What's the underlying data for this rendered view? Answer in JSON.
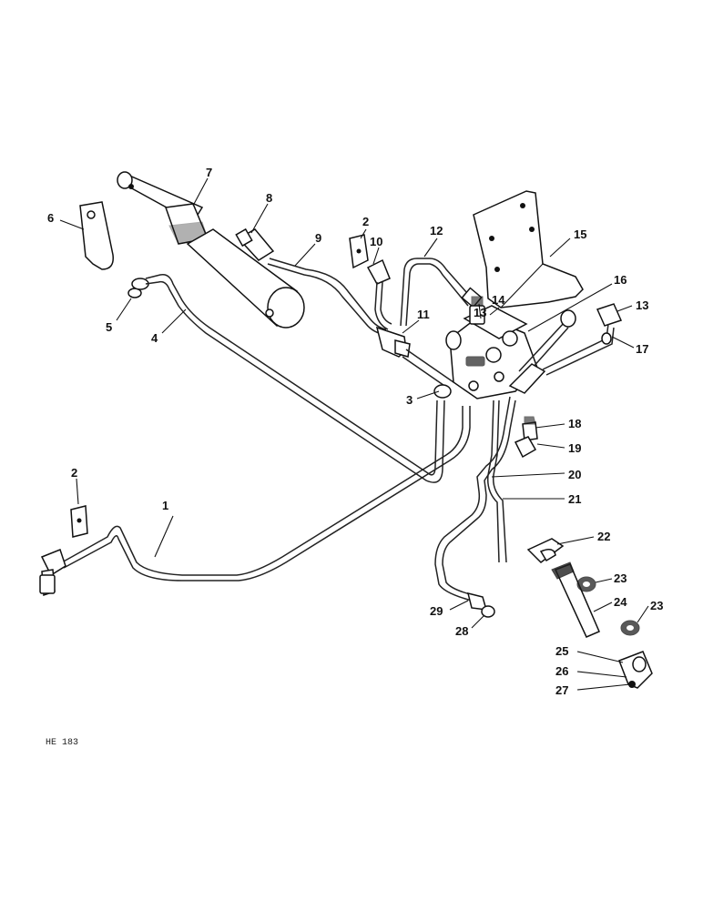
{
  "figure_code": "HE 183",
  "callouts": [
    {
      "id": "c1",
      "text": "1"
    },
    {
      "id": "c2a",
      "text": "2"
    },
    {
      "id": "c2b",
      "text": "2"
    },
    {
      "id": "c3",
      "text": "3"
    },
    {
      "id": "c4",
      "text": "4"
    },
    {
      "id": "c5",
      "text": "5"
    },
    {
      "id": "c6",
      "text": "6"
    },
    {
      "id": "c7",
      "text": "7"
    },
    {
      "id": "c8",
      "text": "8"
    },
    {
      "id": "c9",
      "text": "9"
    },
    {
      "id": "c10",
      "text": "10"
    },
    {
      "id": "c11",
      "text": "11"
    },
    {
      "id": "c12",
      "text": "12"
    },
    {
      "id": "c13a",
      "text": "13"
    },
    {
      "id": "c13b",
      "text": "13"
    },
    {
      "id": "c14",
      "text": "14"
    },
    {
      "id": "c15",
      "text": "15"
    },
    {
      "id": "c16",
      "text": "16"
    },
    {
      "id": "c17",
      "text": "17"
    },
    {
      "id": "c18",
      "text": "18"
    },
    {
      "id": "c19",
      "text": "19"
    },
    {
      "id": "c20",
      "text": "20"
    },
    {
      "id": "c21",
      "text": "21"
    },
    {
      "id": "c22",
      "text": "22"
    },
    {
      "id": "c23a",
      "text": "23"
    },
    {
      "id": "c23b",
      "text": "23"
    },
    {
      "id": "c24",
      "text": "24"
    },
    {
      "id": "c25",
      "text": "25"
    },
    {
      "id": "c26",
      "text": "26"
    },
    {
      "id": "c27",
      "text": "27"
    },
    {
      "id": "c28",
      "text": "28"
    },
    {
      "id": "c29",
      "text": "29"
    }
  ]
}
